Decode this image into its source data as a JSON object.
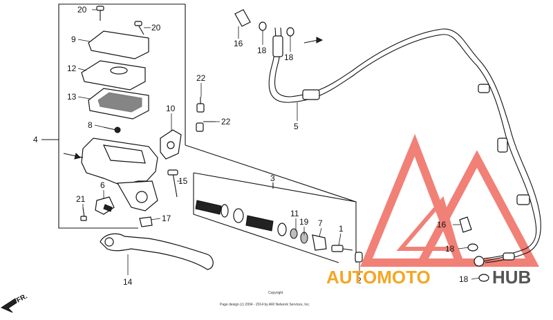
{
  "labels": {
    "p20a": "20",
    "p20b": "20",
    "p9": "9",
    "p12": "12",
    "p13": "13",
    "p8": "8",
    "p4": "4",
    "p10": "10",
    "p22a": "22",
    "p22b": "22",
    "p16a": "16",
    "p18a": "18",
    "p18b": "18",
    "p5": "5",
    "p15": "15",
    "p3": "3",
    "p6": "6",
    "p21": "21",
    "p17": "17",
    "p11": "11",
    "p19": "19",
    "p7": "7",
    "p1": "1",
    "p2": "2",
    "p14": "14",
    "p16b": "16",
    "p18c": "18",
    "p18d": "18"
  },
  "direction": {
    "label": "FR."
  },
  "footer": {
    "line1": "Copyright",
    "line2": "Page design (c) 2004 - 2014 by ARI Network Services, Inc."
  },
  "watermark": {
    "text_auto": "AUTOMOTO",
    "text_hub": "HUB",
    "color_red": "#e8443a",
    "color_orange": "#f5a623"
  }
}
